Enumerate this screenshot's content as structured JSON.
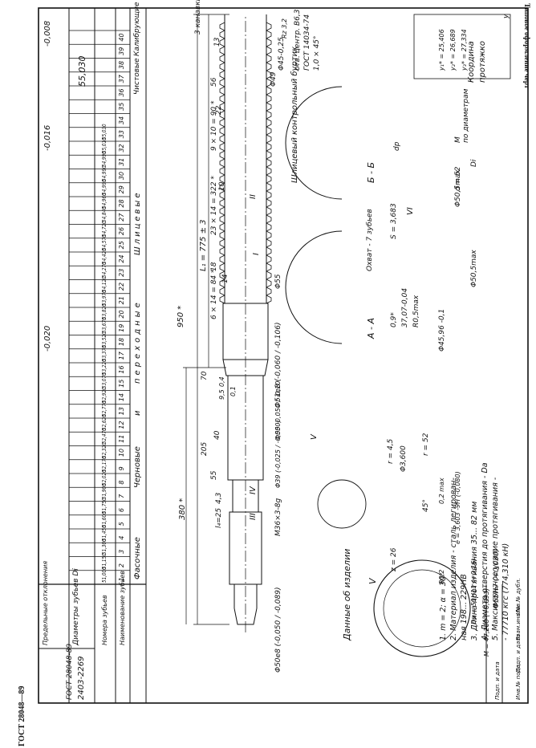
{
  "header": {
    "standard": "ГОСТ 28048—89",
    "side_title": "Типовое оформление черт"
  },
  "stamp": {
    "code": "2403-2269",
    "standard": "ГОСТ 28048-89"
  },
  "table": {
    "row_labels": [
      "Предельные отклонения",
      "Диаметры зубьев Di",
      "Номера зубьев",
      "Наименование зубьев"
    ],
    "tolerances": [
      "-0,020",
      "-0,016",
      "-0,008"
    ],
    "numbers": [
      "1",
      "2",
      "3",
      "4",
      "5",
      "6",
      "7",
      "8",
      "9",
      "10",
      "11",
      "12",
      "13",
      "14",
      "15",
      "16",
      "17",
      "18",
      "19",
      "20",
      "21",
      "22",
      "23",
      "24",
      "25",
      "26",
      "27",
      "28",
      "29",
      "30",
      "31",
      "32",
      "33",
      "34",
      "35",
      "36",
      "37",
      "38",
      "39",
      "40"
    ],
    "diameters": [
      "51,000",
      "51,150",
      "51,300",
      "51,450",
      "51,600",
      "51,750",
      "51,900",
      "52,020",
      "52,170",
      "52,320",
      "52,470",
      "52,620",
      "52,770",
      "52,920",
      "53,070",
      "53,220",
      "53,370",
      "53,520",
      "53,670",
      "53,820",
      "53,970",
      "54,120",
      "54,270",
      "54,420",
      "54,570",
      "54,720",
      "54,840",
      "54,960",
      "54,990",
      "54,990",
      "54,990",
      "55,010",
      "55,030"
    ],
    "final_diameter": "55,030",
    "groups": [
      "Фасочные",
      "Черновые",
      "и",
      "переходные",
      "Шлицевые",
      "Чистовые",
      "Калибрующие"
    ]
  },
  "dims": {
    "overall": "950 *",
    "l380": "380 *",
    "l205": "205",
    "l70": "70",
    "l55": "55",
    "l40": "40",
    "l43": "4,3",
    "l4": "l₄=25",
    "l1": "L₁ = 775 ± 3",
    "teeth1": "6 × 14 = 84 *",
    "teeth2": "23 × 14 = 322 *",
    "teeth3": "9 × 10 = 90 *",
    "l18": "18",
    "l56": "56",
    "l22": "22",
    "l13": "13",
    "l14": "14",
    "l10": "10",
    "grooves": "3 канавки",
    "d50": "Φ50e8 (-0,050 / -0,089)",
    "d51": "Φ51e8 (-0,060 / -0,106)",
    "d50b": "Φ50 -0,050 / -0,10",
    "d39": "Φ39 (-0,025 / -0,050)",
    "m36": "M36×3-8g",
    "d55": "Φ55",
    "d49": "Φ49",
    "d45": "Φ45-0,25",
    "center_hole": "отв. центр. B6,3",
    "center_std": "ГОСТ 14034-74",
    "chamfer": "1,0 × 45°",
    "rz32": "Rz 3,2",
    "d95": "9,5",
    "tol": "0,4",
    "rings": "0,1"
  },
  "labels": {
    "bead": "Шлицевый контрольный буртик",
    "section_aa": "А - А",
    "section_bb": "Б - Б",
    "product_data": "Данные об изделии",
    "view_v": "V",
    "z26": "z = 26",
    "coords": "Координа",
    "coords2": "протяжко",
    "by_diameter": "по диаметрам",
    "m_label": "М",
    "grip": "Охват - 7 зубьев",
    "s3683": "S = 3,683",
    "dp": "dp",
    "d52": "d = 52",
    "dmax": "Φ50,5max",
    "di": "Di",
    "roman": [
      "I",
      "II",
      "III",
      "IV",
      "V",
      "VI"
    ]
  },
  "section_values": {
    "g1": "0,9*",
    "g2": "37,07-0,04",
    "g3": "R0,5max",
    "g4": "Φ45,96 -0,1",
    "g5": "Φ50,5max",
    "s1": "r = 4,5",
    "s2": "Φ3,600",
    "s3": "45°",
    "s4": "r = 52",
    "s5": "0,2 max",
    "s6": "e = 3,603 -9H (-0,080)",
    "s7": "Da = 51H11 (+0,16)",
    "s8": "R0,2",
    "s9": "M = 47,260 (+0,093)",
    "s10": "Φ55H7 (+0,030)",
    "y1": "y₁* = 25,406",
    "y2": "y₂* = 26,689",
    "y3": "y₃* = 27,334",
    "y_axis": "y"
  },
  "notes": [
    "1. m = 2; α = 30°",
    "2. Материал изделия - сталь легирован-",
    "   ная 198... 229НВ",
    "3. Длина протягивания 35... 82 мм",
    "4. Диаметр отверстия до протягивания - Da",
    "5. Максимальное усилие протягивания -",
    "   - 77710 кгс (774,310 кН)"
  ],
  "title_block": [
    "Инв.№ подл.",
    "Подп. и дата",
    "Взам.инв.№",
    "Инв.№ дубл.",
    "Подп. и дата"
  ]
}
